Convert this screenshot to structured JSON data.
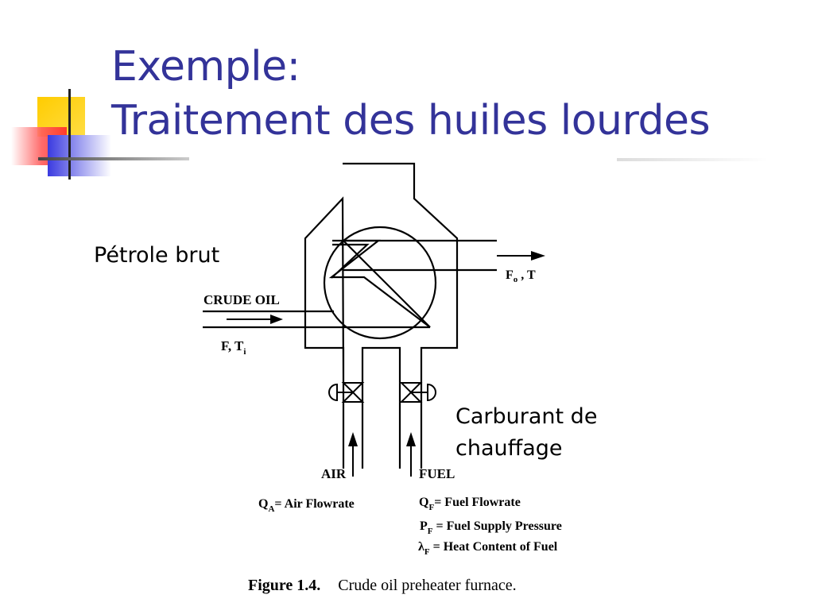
{
  "slide": {
    "title_line1": "Exemple:",
    "title_line2": "Traitement des huiles lourdes",
    "accent_color": "#333399"
  },
  "labels": {
    "crude": "Pétrole brut",
    "fuel_heating": "Carburant de chauffage"
  },
  "diagram": {
    "crude_oil": "CRUDE OIL",
    "inlet_var": "F, T",
    "inlet_sub": "i",
    "outlet_var": "F",
    "outlet_sub": "o",
    "outlet_rest": " , T",
    "air": "AIR",
    "fuel": "FUEL",
    "qa_q": "Q",
    "qa_sub": "A",
    "qa_rest": "= Air Flowrate",
    "qf_q": "Q",
    "qf_sub": "F",
    "qf_rest": "= Fuel Flowrate",
    "pf_p": "P",
    "pf_sub": "F",
    "pf_rest": " = Fuel Supply Pressure",
    "lf_l": "λ",
    "lf_sub": "F",
    "lf_rest": " = Heat Content of Fuel"
  },
  "figure": {
    "number": "Figure 1.4.",
    "caption": "Crude oil preheater furnace."
  }
}
